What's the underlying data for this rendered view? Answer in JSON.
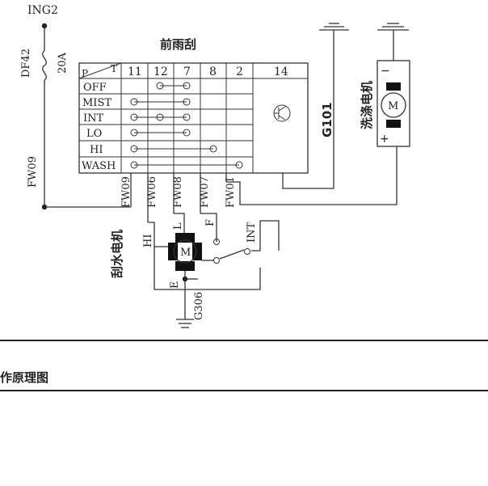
{
  "diagram": {
    "top_label": "ING2",
    "fuse_name": "DF42",
    "fuse_rating": "20A",
    "switch_title": "前雨刮",
    "switch_corner_p": "P",
    "switch_corner_t": "T",
    "column_headers": [
      "11",
      "12",
      "7",
      "8",
      "2",
      "14"
    ],
    "row_labels": [
      "OFF",
      "MIST",
      "INT",
      "LO",
      "HI",
      "WASH"
    ],
    "ground_g101": "G101",
    "washer_motor_label": "洗涤电机",
    "washer_minus": "−",
    "washer_plus": "+",
    "motor_symbol": "M",
    "left_wire": "FW09",
    "bottom_wires": [
      "FW09",
      "FW06",
      "FW08",
      "FW07",
      "FW01"
    ],
    "wiper_motor_label": "刮水电机",
    "terminal_hi": "HI",
    "terminal_l": "L",
    "terminal_f": "F",
    "terminal_int": "INT",
    "terminal_e": "E",
    "ground_g306": "G306"
  },
  "footer": {
    "caption": "作原理图"
  }
}
